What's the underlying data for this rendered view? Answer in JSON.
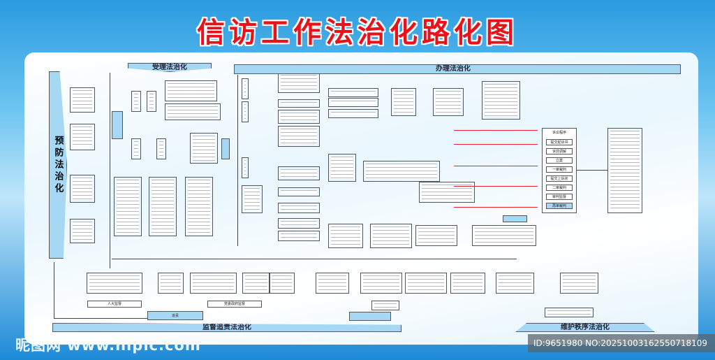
{
  "title": "信访工作法治化路化图",
  "sections": {
    "prevention": "预防法治化",
    "acceptance": "受理法治化",
    "handling": "办理法治化",
    "supervision": "监督追责法治化",
    "order": "维护秩序法治化"
  },
  "litigation": {
    "title": "诉讼程序",
    "steps": [
      "提交起诉书",
      "诉前调解",
      "立案",
      "一审裁判",
      "提交上诉状",
      "二审裁判",
      "审判监督",
      "再审裁判"
    ]
  },
  "labels": {
    "npc": "人大监督",
    "party": "党委政府监督",
    "accountability": "追责"
  },
  "watermark": {
    "site": "昵图网 www.nipic.com",
    "id": "ID:9651980 NO:20251003162550718109"
  },
  "colors": {
    "title": "#e8121b",
    "accent": "#a6d8f4",
    "frame": "#2a9be0"
  }
}
